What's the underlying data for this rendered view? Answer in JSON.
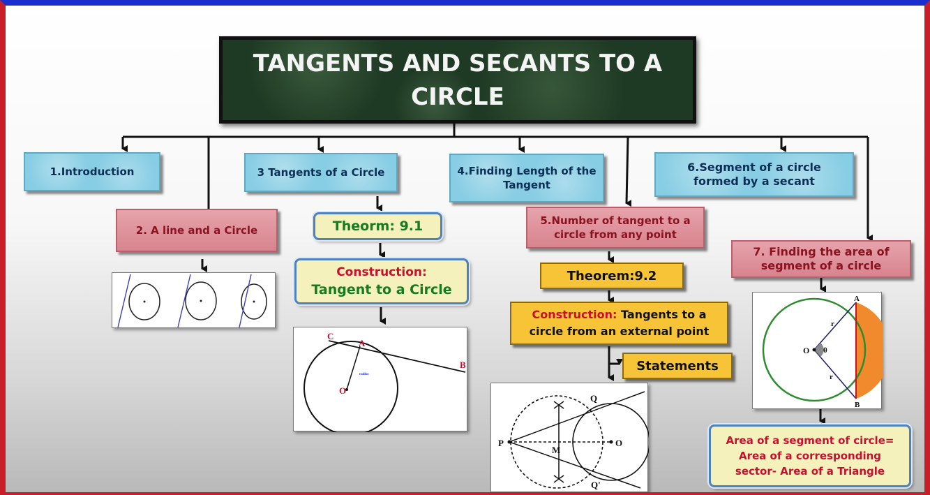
{
  "title": "TANGENTS AND SECANTS TO A CIRCLE",
  "nodes": {
    "introduction": "1.Introduction",
    "line_and_circle": "2. A line and a Circle",
    "tangents_of_circle": "3 Tangents of a Circle",
    "theorem_9_1": "Theorm: 9.1",
    "construction_1_label": "Construction:",
    "construction_1_text": "Tangent to a Circle",
    "finding_length": "4.Finding Length of the Tangent",
    "number_of_tangent": "5.Number of tangent to a circle from any point",
    "theorem_9_2": "Theorem:9.2",
    "construction_2_label": "Construction:",
    "construction_2_text": "Tangents to a circle from an external point",
    "statements": "Statements",
    "segment_by_secant": "6.Segment of a circle formed by a secant",
    "area_of_segment": "7. Finding the area of segment of a circle",
    "area_formula": "Area of a segment of circle= Area of a corresponding sector- Area of a Triangle"
  },
  "figure_labels": {
    "tangent": {
      "c": "C",
      "a": "A",
      "b": "B",
      "o": "O",
      "radius": "radius"
    },
    "external": {
      "p": "P",
      "m": "M",
      "o": "O",
      "q": "Q",
      "q_prime": "Q'"
    },
    "segment": {
      "a": "A",
      "b": "B",
      "o": "O",
      "r1": "r",
      "r2": "r",
      "theta": "θ"
    }
  },
  "colors": {
    "frame_top": "#1a2fd0",
    "frame_sides": "#c81e2a",
    "title_bg": "#1f3a24",
    "blue_box": "#87cde4",
    "pink_box": "#d8848e",
    "gold_box": "#f6c436",
    "pale_box": "#f4f1bc",
    "segment_fill": "#f08a2c",
    "segment_circle": "#2e8b2e"
  }
}
